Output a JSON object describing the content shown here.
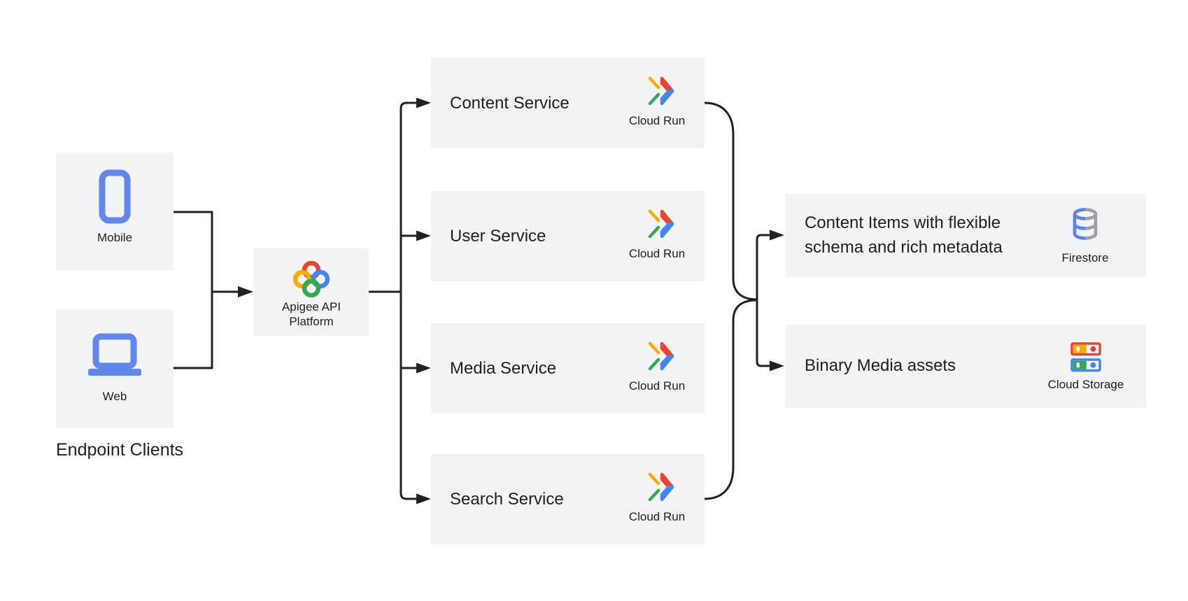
{
  "diagram": {
    "clients": {
      "group_label": "Endpoint Clients",
      "items": [
        {
          "label": "Mobile",
          "icon": "smartphone-icon"
        },
        {
          "label": "Web",
          "icon": "laptop-icon"
        }
      ]
    },
    "gateway": {
      "label": "Apigee API Platform",
      "icon": "apigee-icon"
    },
    "services": [
      {
        "name": "Content Service",
        "platform": "Cloud Run",
        "icon": "cloud-run-icon"
      },
      {
        "name": "User Service",
        "platform": "Cloud Run",
        "icon": "cloud-run-icon"
      },
      {
        "name": "Media Service",
        "platform": "Cloud Run",
        "icon": "cloud-run-icon"
      },
      {
        "name": "Search Service",
        "platform": "Cloud Run",
        "icon": "cloud-run-icon"
      }
    ],
    "stores": [
      {
        "name": "Content Items with flexible schema and rich metadata",
        "product": "Firestore",
        "icon": "firestore-icon"
      },
      {
        "name": "Binary Media assets",
        "product": "Cloud Storage",
        "icon": "cloud-storage-icon"
      }
    ]
  },
  "colors": {
    "box_background": "#f1f3f4",
    "connector_line": "#212121",
    "text": "#202124",
    "client_icon_blue": "#6287ec",
    "google_red": "#ea4335",
    "google_blue": "#4285f4",
    "google_yellow": "#f9ab00",
    "google_green": "#34a853",
    "firestore_blue": "#5e82ec",
    "firestore_gray": "#9aa0a6"
  }
}
